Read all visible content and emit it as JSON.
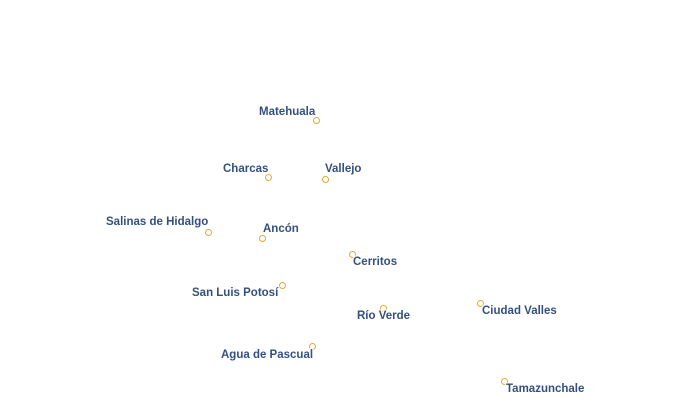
{
  "places": [
    {
      "id": "matehuala",
      "name": "Matehuala",
      "marker_color": "#e0aa33"
    },
    {
      "id": "charcas",
      "name": "Charcas",
      "marker_color": "#e0aa33"
    },
    {
      "id": "vallejo",
      "name": "Vallejo",
      "marker_color": "#e0aa33"
    },
    {
      "id": "salinas-de-hidalgo",
      "name": "Salinas de Hidalgo",
      "marker_color": "#e0aa33"
    },
    {
      "id": "ancon",
      "name": "Ancón",
      "marker_color": "#e0aa33"
    },
    {
      "id": "cerritos",
      "name": "Cerritos",
      "marker_color": "#e0aa33"
    },
    {
      "id": "san-luis-potosi",
      "name": "San Luis Potosí",
      "marker_color": "#e0aa33"
    },
    {
      "id": "rio-verde",
      "name": "Río Verde",
      "marker_color": "#e0aa33"
    },
    {
      "id": "ciudad-valles",
      "name": "Ciudad Valles",
      "marker_color": "#e0aa33"
    },
    {
      "id": "agua-de-pascual",
      "name": "Agua de Pascual",
      "marker_color": "#e0aa33"
    },
    {
      "id": "tamazunchale",
      "name": "Tamazunchale",
      "marker_color": "#e0aa33"
    }
  ],
  "colors": {
    "label_text": "#34507f",
    "label_halo": "#ffffff",
    "marker": "#e0aa33",
    "background": "#ffffff"
  }
}
